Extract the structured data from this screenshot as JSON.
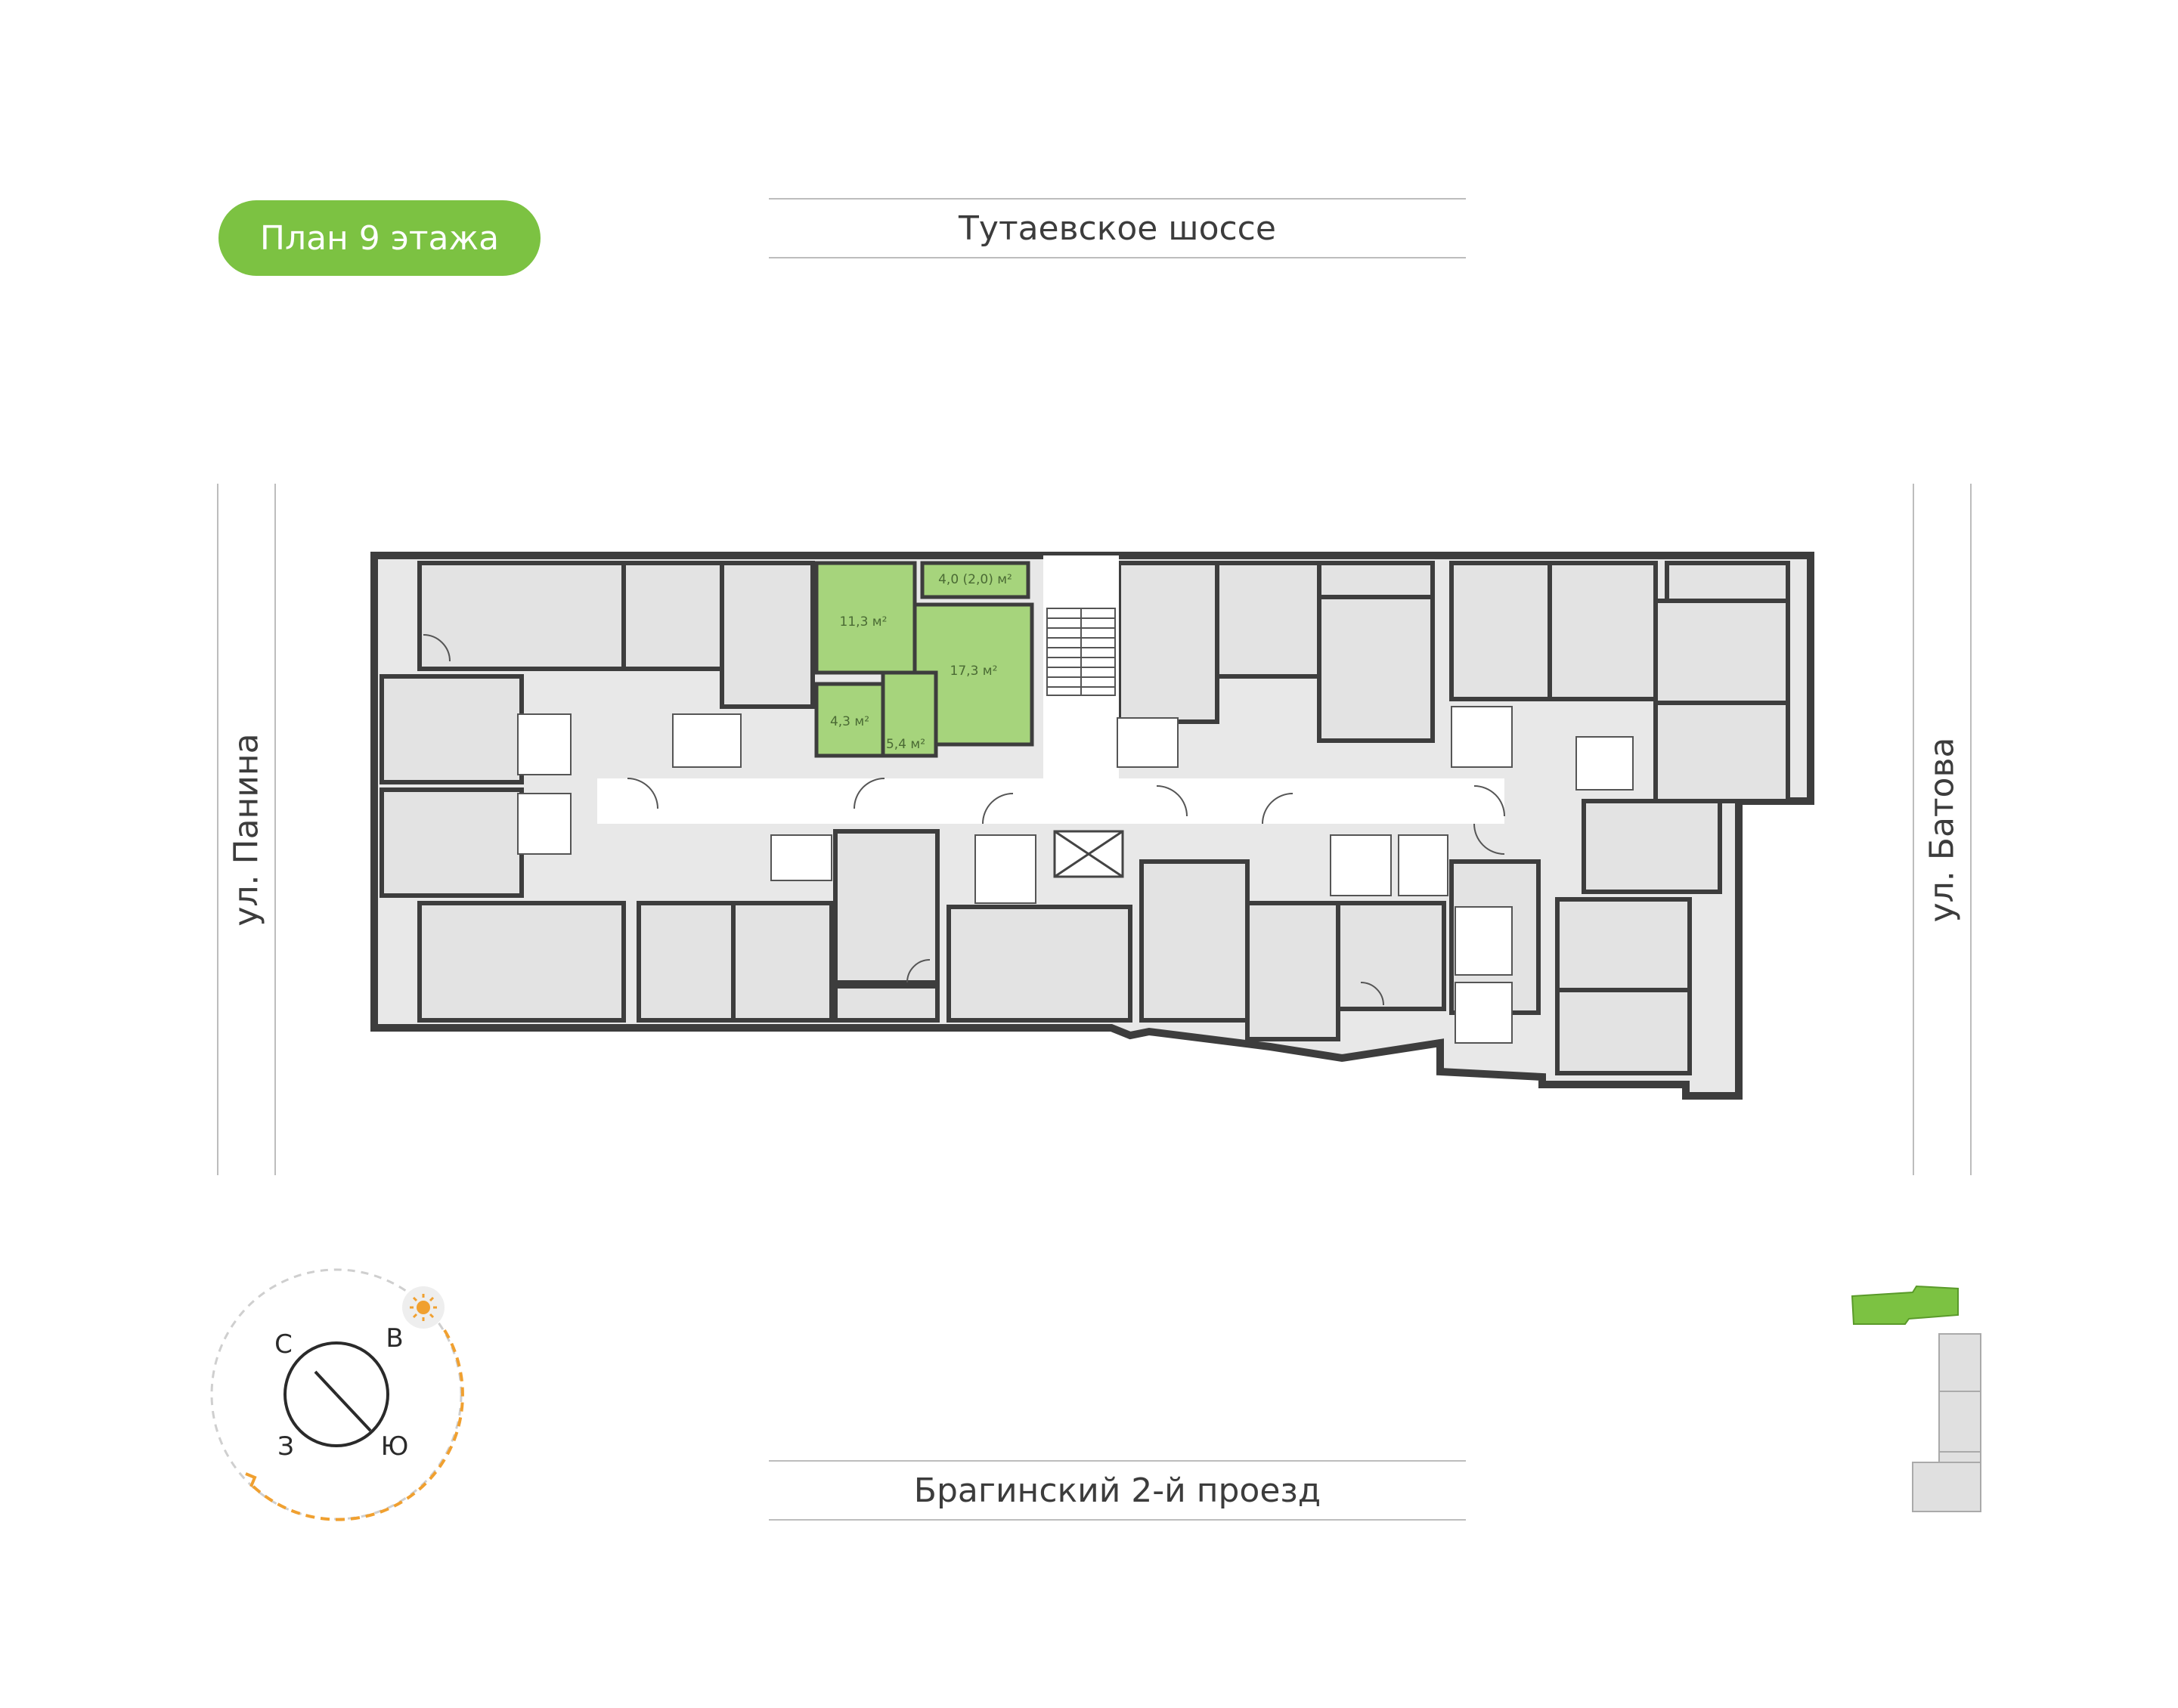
{
  "title": "План 9 этажа",
  "streets": {
    "north": "Тутаевское шоссе",
    "south": "Брагинский 2-й проезд",
    "west": "ул. Панина",
    "east": "ул. Батова"
  },
  "apartment": {
    "rooms": [
      {
        "name": "room-1",
        "area": "11,3 м²"
      },
      {
        "name": "room-2",
        "area": "17,3 м²"
      },
      {
        "name": "balcony",
        "area": "4,0 (2,0) м²"
      },
      {
        "name": "bathroom",
        "area": "4,3 м²"
      },
      {
        "name": "hall",
        "area": "5,4 м²"
      }
    ]
  },
  "compass": {
    "n": "С",
    "e": "В",
    "s": "Ю",
    "w": "З",
    "sun": "sun-icon"
  },
  "colors": {
    "accent": "#7cc242",
    "highlight": "#a6d47c",
    "wall": "#3d3d3d",
    "floor": "#e6e6e6"
  }
}
